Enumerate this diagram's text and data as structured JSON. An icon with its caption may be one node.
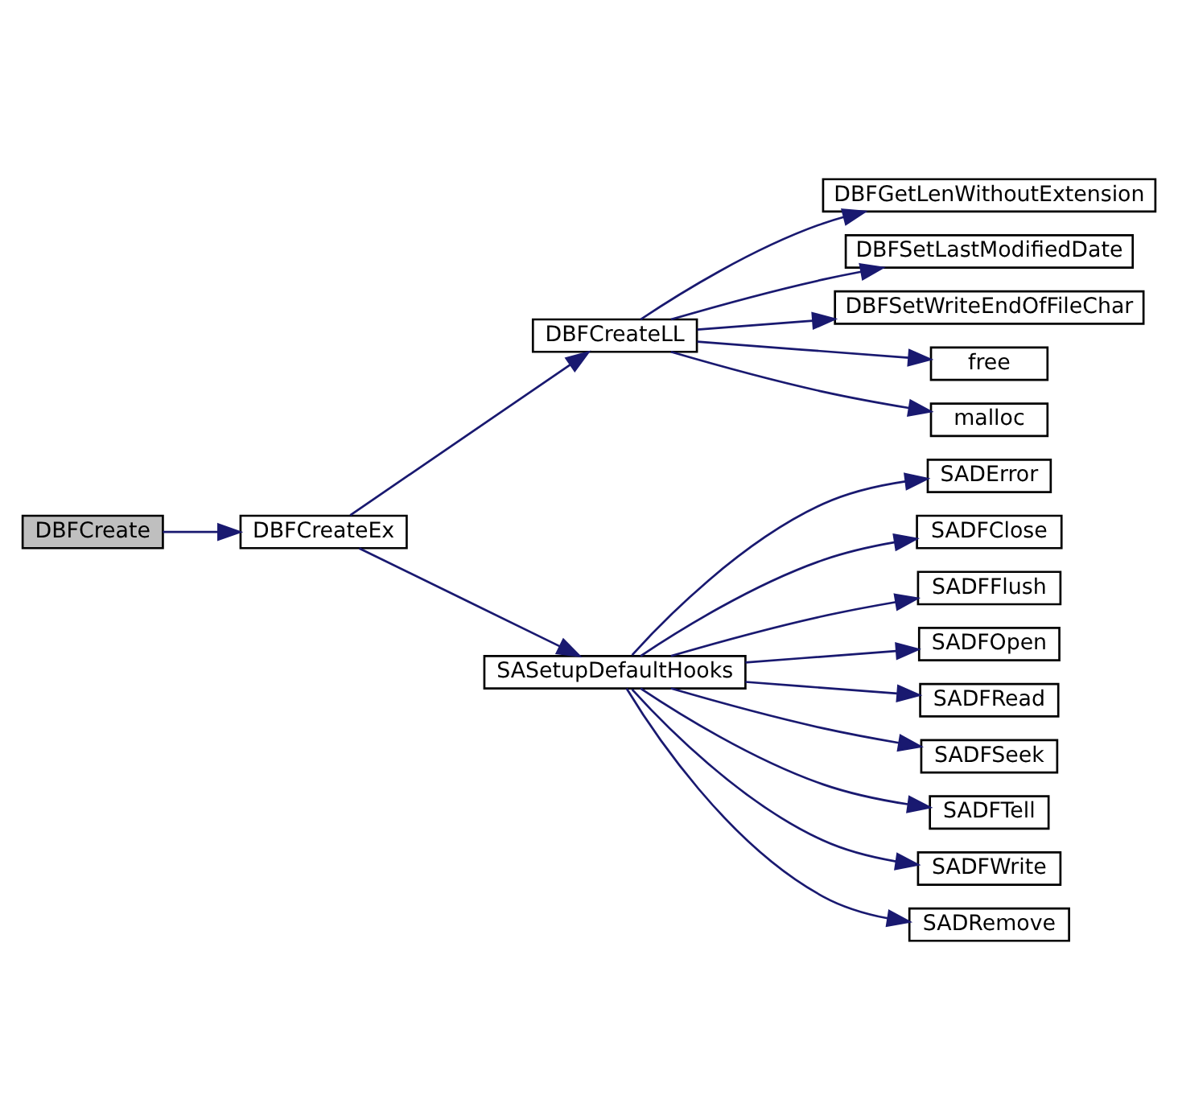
{
  "diagram": {
    "nodes": [
      {
        "text": [
          "DBFCreate"
        ]
      },
      {
        "text": [
          "DBFCreateEx"
        ]
      },
      {
        "text": [
          "DBFCreateLL"
        ]
      },
      {
        "text": [
          "DBFGetLenWithoutExtension"
        ]
      },
      {
        "text": [
          "DBFSetLastModifiedDate"
        ]
      },
      {
        "text": [
          "DBFSetWriteEndOfFileChar"
        ]
      },
      {
        "text": [
          "free"
        ]
      },
      {
        "text": [
          "malloc"
        ]
      },
      {
        "text": [
          "SASetupDefaultHooks"
        ]
      },
      {
        "text": [
          "SADError"
        ]
      },
      {
        "text": [
          "SADFClose"
        ]
      },
      {
        "text": [
          "SADFFlush"
        ]
      },
      {
        "text": [
          "SADFOpen"
        ]
      },
      {
        "text": [
          "SADFRead"
        ]
      },
      {
        "text": [
          "SADFSeek"
        ]
      },
      {
        "text": [
          "SADFTell"
        ]
      },
      {
        "text": [
          "SADFWrite"
        ]
      },
      {
        "text": [
          "SADRemove"
        ]
      }
    ],
    "edges": [
      {
        "from": 0,
        "to": 1,
        "arrow": "to"
      },
      {
        "from": 1,
        "to": 2,
        "arrow": "to"
      },
      {
        "from": 1,
        "to": 8,
        "arrow": "to"
      },
      {
        "from": 2,
        "to": 3,
        "arrow": "to"
      },
      {
        "from": 2,
        "to": 4,
        "arrow": "to"
      },
      {
        "from": 2,
        "to": 5,
        "arrow": "to"
      },
      {
        "from": 2,
        "to": 6,
        "arrow": "to"
      },
      {
        "from": 2,
        "to": 7,
        "arrow": "to"
      },
      {
        "from": 8,
        "to": 9,
        "arrow": "to"
      },
      {
        "from": 8,
        "to": 10,
        "arrow": "to"
      },
      {
        "from": 8,
        "to": 11,
        "arrow": "to"
      },
      {
        "from": 8,
        "to": 12,
        "arrow": "to"
      },
      {
        "from": 8,
        "to": 13,
        "arrow": "to"
      },
      {
        "from": 8,
        "to": 14,
        "arrow": "to"
      },
      {
        "from": 8,
        "to": 15,
        "arrow": "to"
      },
      {
        "from": 8,
        "to": 16,
        "arrow": "to"
      },
      {
        "from": 8,
        "to": 17,
        "arrow": "to"
      }
    ]
  }
}
